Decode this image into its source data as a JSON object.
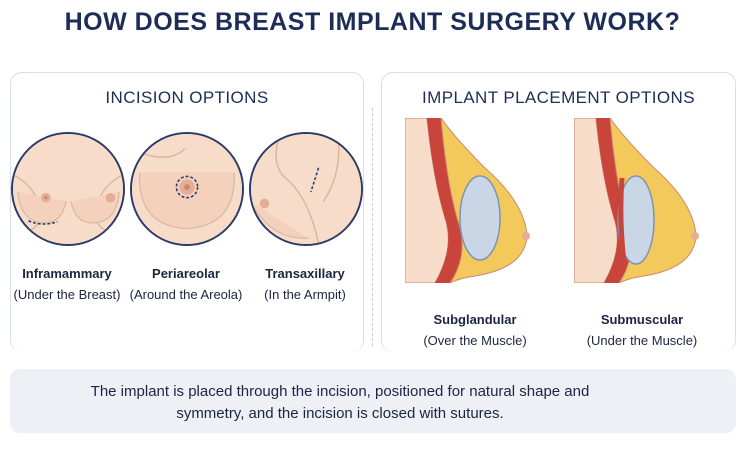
{
  "title": "HOW DOES BREAST IMPLANT SURGERY WORK?",
  "incision": {
    "heading": "INCISION OPTIONS",
    "items": [
      {
        "name": "Inframammary",
        "sub": "(Under the Breast)"
      },
      {
        "name": "Periareolar",
        "sub": "(Around the Areola)"
      },
      {
        "name": "Transaxillary",
        "sub": "(In the Armpit)"
      }
    ]
  },
  "placement": {
    "heading": "IMPLANT PLACEMENT OPTIONS",
    "items": [
      {
        "name": "Subglandular",
        "sub": "(Over the Muscle)"
      },
      {
        "name": "Submuscular",
        "sub": "(Under the Muscle)"
      }
    ]
  },
  "footer": {
    "text": "The implant is placed through the incision, positioned for natural shape and symmetry, and the incision is closed with sutures."
  },
  "colors": {
    "navy": "#1d2d57",
    "skin": "#f6dcc9",
    "muscle": "#c9443a",
    "fat": "#f2c95a",
    "implant": "#c9d6e6"
  }
}
